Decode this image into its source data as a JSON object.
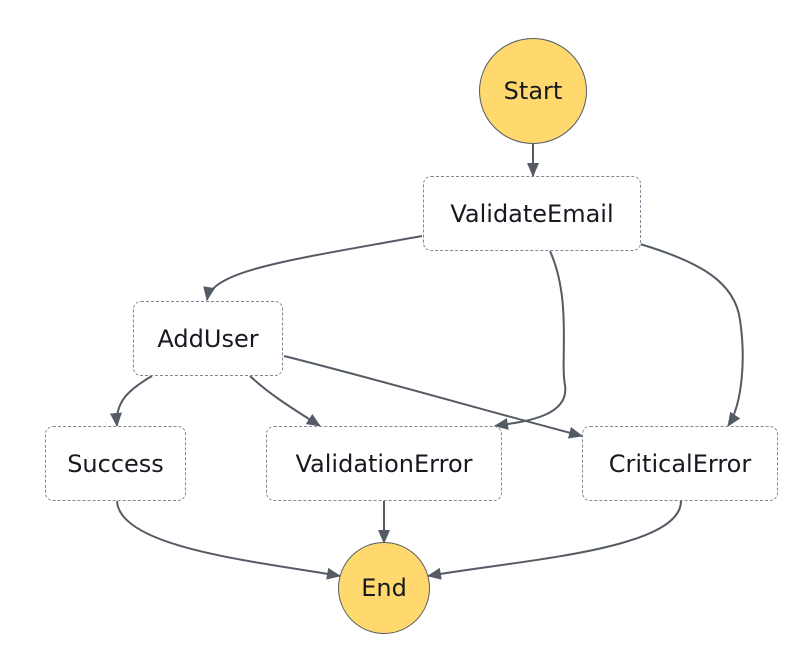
{
  "diagram": {
    "nodes": {
      "start": "Start",
      "validate_email": "ValidateEmail",
      "add_user": "AddUser",
      "success": "Success",
      "validation_error": "ValidationError",
      "critical_error": "CriticalError",
      "end": "End"
    },
    "edges": [
      {
        "from": "start",
        "to": "validate_email"
      },
      {
        "from": "validate_email",
        "to": "add_user"
      },
      {
        "from": "validate_email",
        "to": "validation_error"
      },
      {
        "from": "validate_email",
        "to": "critical_error"
      },
      {
        "from": "add_user",
        "to": "success"
      },
      {
        "from": "add_user",
        "to": "validation_error"
      },
      {
        "from": "add_user",
        "to": "critical_error"
      },
      {
        "from": "success",
        "to": "end"
      },
      {
        "from": "validation_error",
        "to": "end"
      },
      {
        "from": "critical_error",
        "to": "end"
      }
    ]
  },
  "colors": {
    "terminal_fill": "#ffd96e",
    "terminal_border": "#545b64",
    "state_border": "#7d8998",
    "edge": "#545b64",
    "text": "#16191f"
  }
}
